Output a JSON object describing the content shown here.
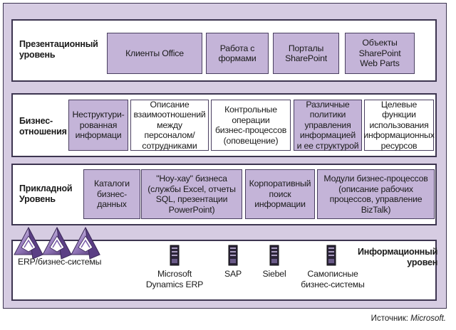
{
  "layers": {
    "presentation": {
      "title": "Презентационный\nуровень",
      "items": [
        "Клиенты Office",
        "Работа с\nформами",
        "Порталы\nSharePoint",
        "Объекты\nSharePoint\nWeb Parts"
      ]
    },
    "business": {
      "title": "Бизнес-\nотношения",
      "items": [
        "Неструктури-\nрованная\nинформаци",
        "Описание\nвзаимоотношений\nмежду\nперсоналом/\nсотрудниками",
        "Контрольные\nоперации\nбизнес-процессов\n(оповещение)",
        "Различные\nполитики\nуправления\nинформацией\nи ее структурой",
        "Целевые\nфункции\nиспользования\nинформационных\nресурсов"
      ]
    },
    "application": {
      "title": "Прикладной\nУровень",
      "items": [
        "Каталоги\nбизнес-\nданных",
        "\"Ноу-хау\" бизнеса\n(службы Excel, отчеты\nSQL, презентации\nPowerPoint)",
        "Корпоративный\nпоиск\nинформации",
        "Модули бизнес-процессов\n(описание рабочих\nпроцессов, управление\nBizTalk)"
      ]
    },
    "information": {
      "title": "Информационный\nуровен",
      "erp_label": "ERP/бизнес-системы",
      "systems": [
        "Microsoft\nDynamics ERP",
        "SAP",
        "Siebel",
        "Самописные\nбизнес-системы"
      ]
    }
  },
  "footer": {
    "prefix": "Источник: ",
    "source": "Microsoft."
  },
  "colors": {
    "box_fill": "#c4b4d8",
    "outer_fill": "#d6cce2",
    "border": "#3d3550"
  },
  "icons": [
    "erp-cube-icon",
    "server-icon"
  ]
}
